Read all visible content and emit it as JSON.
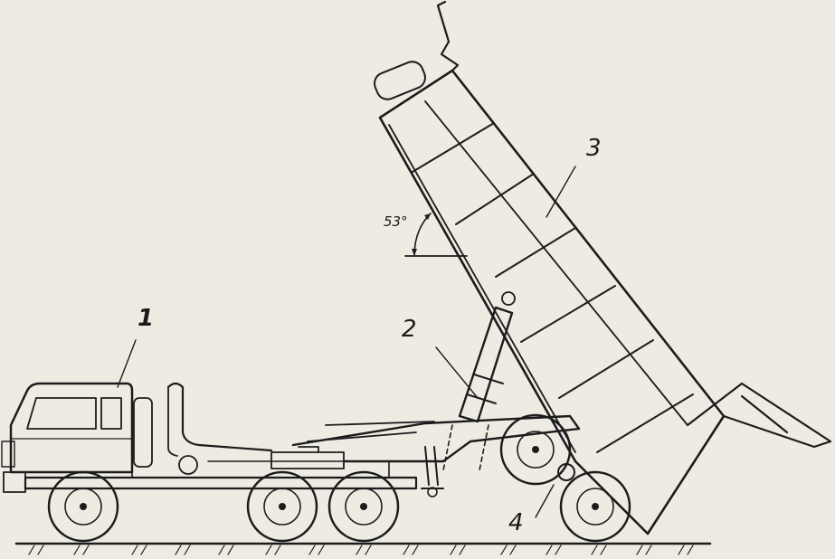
{
  "callouts": {
    "tractor": "1",
    "hydraulic_cylinder": "2",
    "dump_body": "3",
    "pivot_hinge": "4"
  },
  "angle_label": "53°",
  "colors": {
    "paper": "#eeebe3",
    "ink": "#1c1c1c"
  }
}
